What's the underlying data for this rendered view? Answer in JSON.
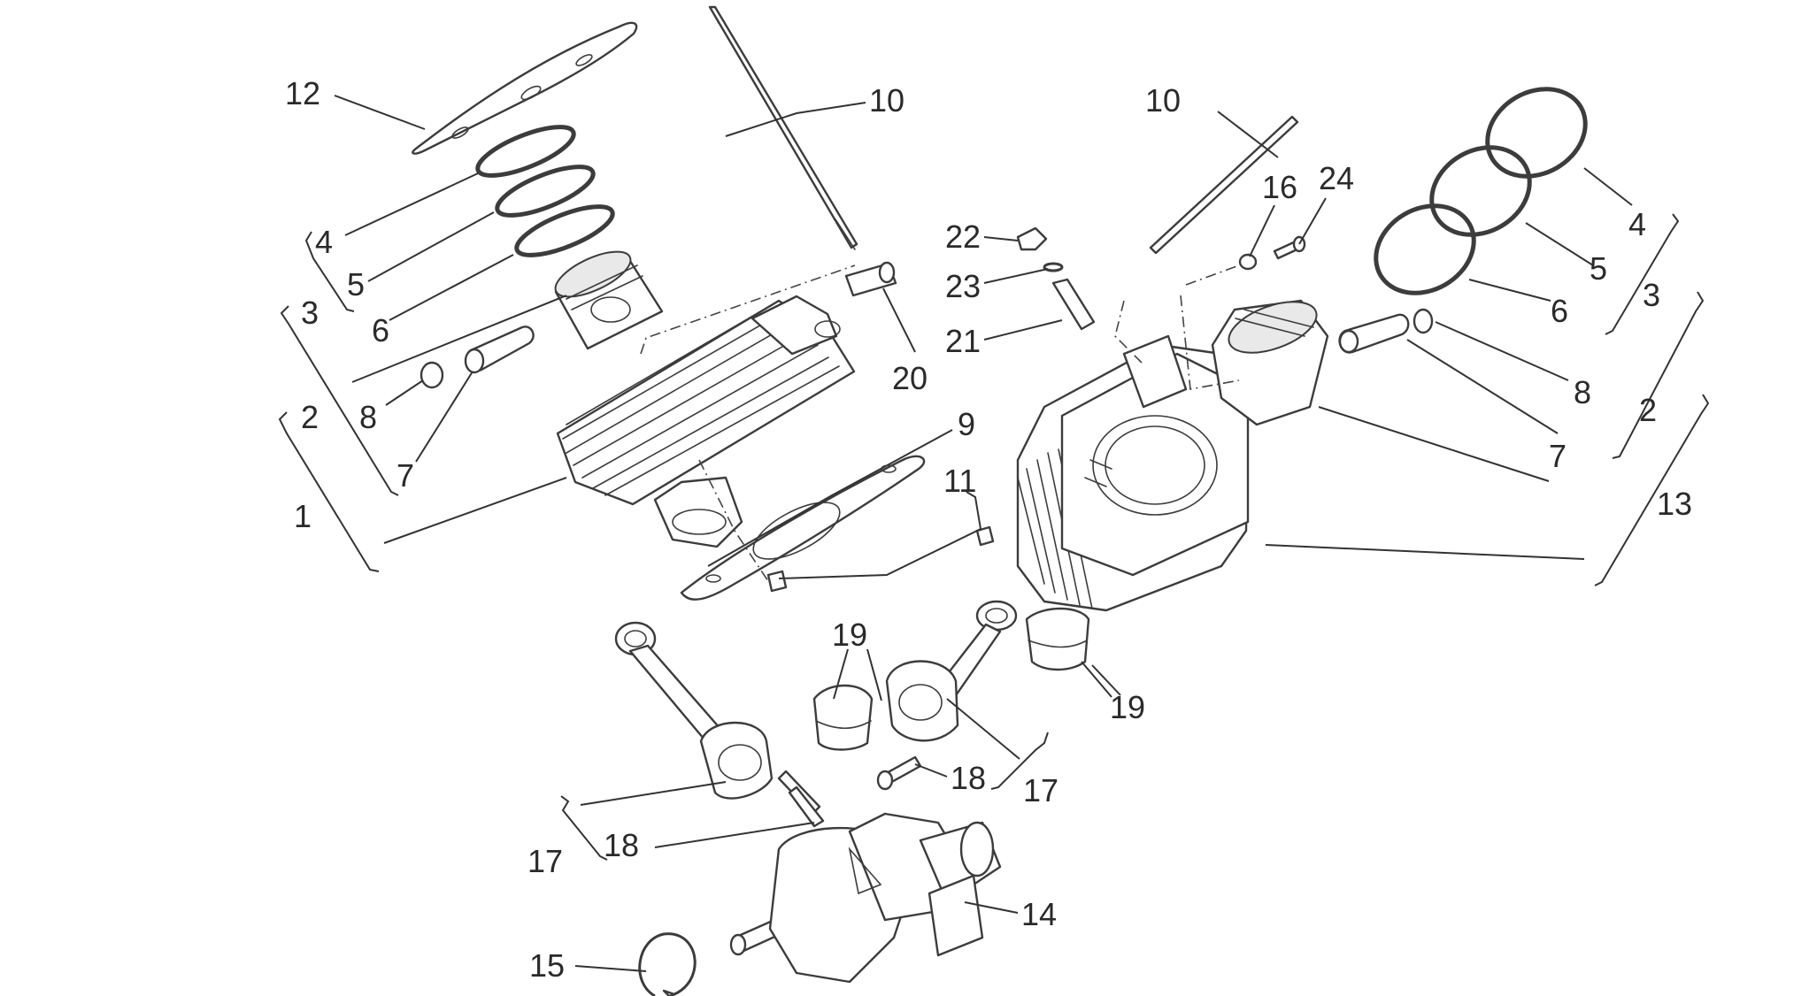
{
  "diagram": {
    "callouts": [
      {
        "id": "c12",
        "text": "12"
      },
      {
        "id": "c4l",
        "text": "4"
      },
      {
        "id": "c5l",
        "text": "5"
      },
      {
        "id": "c6l",
        "text": "6"
      },
      {
        "id": "c3l",
        "text": "3"
      },
      {
        "id": "c2l",
        "text": "2"
      },
      {
        "id": "c8l",
        "text": "8"
      },
      {
        "id": "c7l",
        "text": "7"
      },
      {
        "id": "c1",
        "text": "1"
      },
      {
        "id": "c10l",
        "text": "10"
      },
      {
        "id": "c20",
        "text": "20"
      },
      {
        "id": "c9",
        "text": "9"
      },
      {
        "id": "c11",
        "text": "11"
      },
      {
        "id": "c10r",
        "text": "10"
      },
      {
        "id": "c22",
        "text": "22"
      },
      {
        "id": "c23",
        "text": "23"
      },
      {
        "id": "c21",
        "text": "21"
      },
      {
        "id": "c16",
        "text": "16"
      },
      {
        "id": "c24",
        "text": "24"
      },
      {
        "id": "c4r",
        "text": "4"
      },
      {
        "id": "c5r",
        "text": "5"
      },
      {
        "id": "c6r",
        "text": "6"
      },
      {
        "id": "c3r",
        "text": "3"
      },
      {
        "id": "c8r",
        "text": "8"
      },
      {
        "id": "c2r",
        "text": "2"
      },
      {
        "id": "c7r",
        "text": "7"
      },
      {
        "id": "c13",
        "text": "13"
      },
      {
        "id": "c19a",
        "text": "19"
      },
      {
        "id": "c19b",
        "text": "19"
      },
      {
        "id": "c18a",
        "text": "18"
      },
      {
        "id": "c17a",
        "text": "17"
      },
      {
        "id": "c18b",
        "text": "18"
      },
      {
        "id": "c17b",
        "text": "17"
      },
      {
        "id": "c14",
        "text": "14"
      },
      {
        "id": "c15",
        "text": "15"
      }
    ]
  }
}
